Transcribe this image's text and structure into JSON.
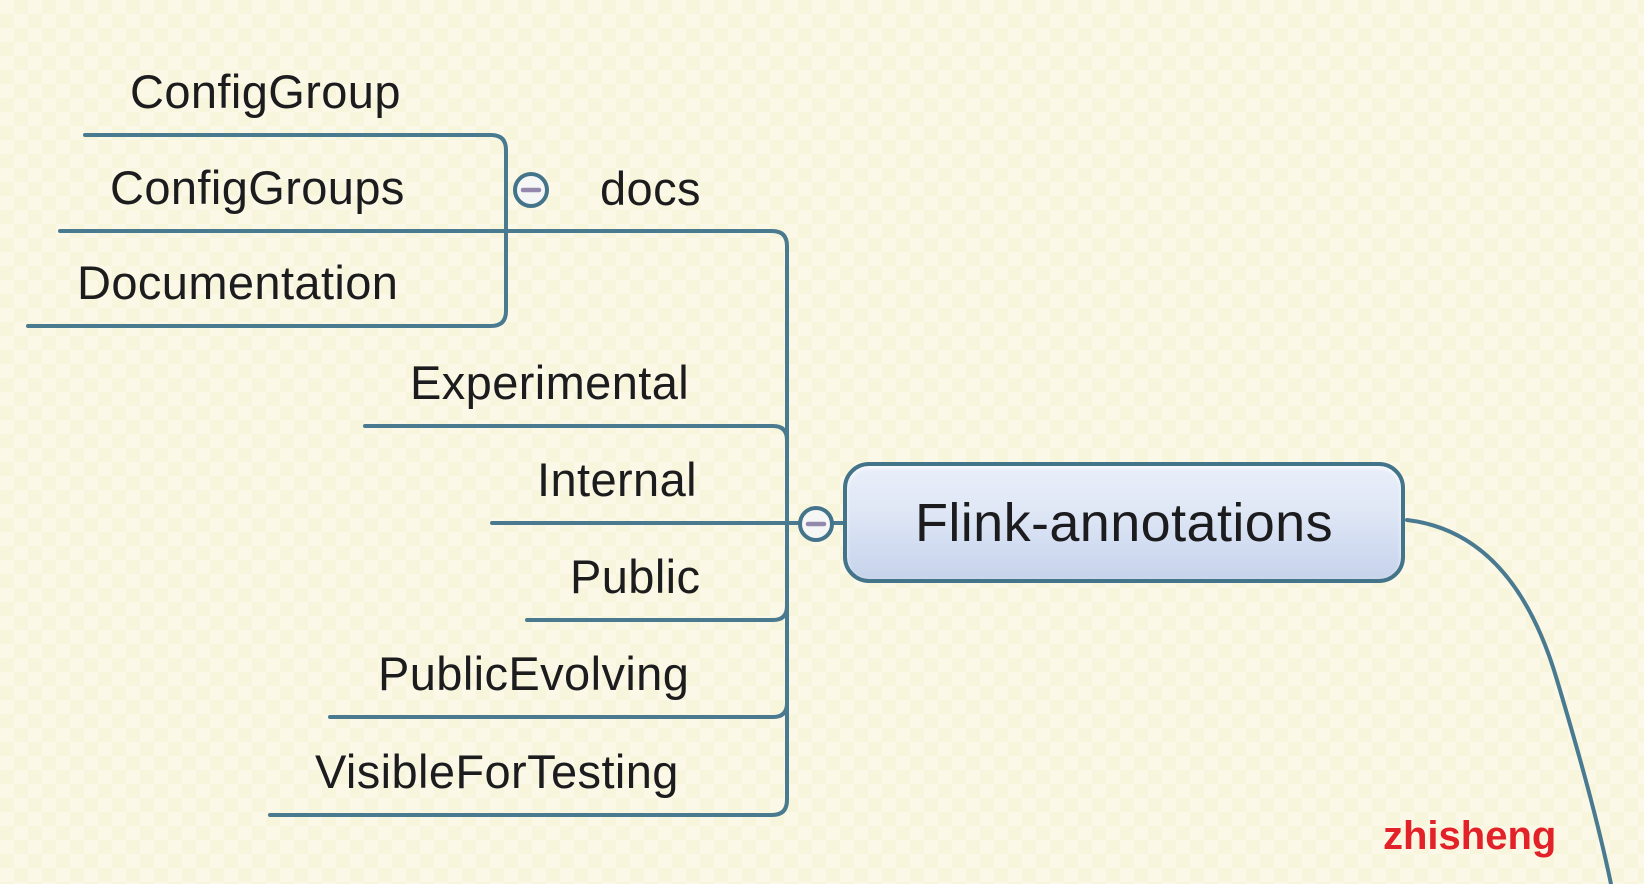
{
  "app": {
    "background_color": "#faf7e2",
    "line_color": "#4a7a90",
    "topic_text_color": "#1c1c1e",
    "root_fill_top": "#e9eef9",
    "root_fill_bottom": "#c6d3ea",
    "collapse_minus_color": "#9489ad"
  },
  "root": {
    "label": "Flink-annotations"
  },
  "topics": {
    "docs": {
      "label": "docs"
    },
    "config_group": {
      "label": "ConfigGroup"
    },
    "config_groups": {
      "label": "ConfigGroups"
    },
    "documentation": {
      "label": "Documentation"
    },
    "experimental": {
      "label": "Experimental"
    },
    "internal": {
      "label": "Internal"
    },
    "public": {
      "label": "Public"
    },
    "public_evolving": {
      "label": "PublicEvolving"
    },
    "visible_for_testing": {
      "label": "VisibleForTesting"
    }
  },
  "watermark": {
    "text": "zhisheng",
    "color": "#e32129"
  }
}
